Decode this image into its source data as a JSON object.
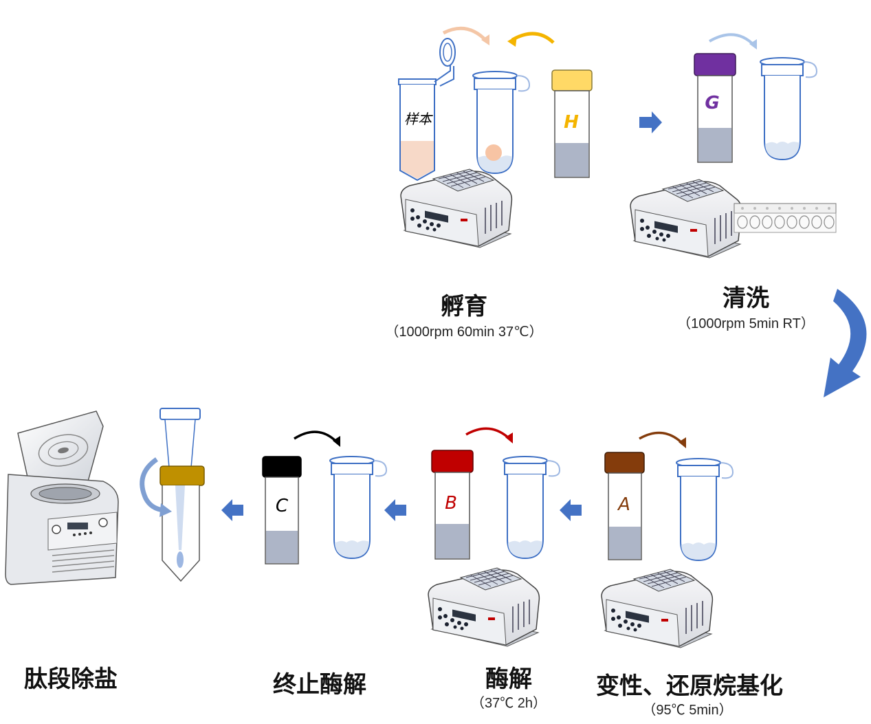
{
  "steps": {
    "incubate": {
      "title": "孵育",
      "condition": "（1000rpm 60min 37℃）"
    },
    "wash": {
      "title": "清洗",
      "condition": "（1000rpm 5min RT）"
    },
    "denature": {
      "title": "变性、还原烷基化",
      "condition": "（95℃ 5min）"
    },
    "digest": {
      "title": "酶解",
      "condition": "（37℃ 2h）"
    },
    "stop": {
      "title": "终止酶解"
    },
    "desalt": {
      "title": "肽段除盐"
    }
  },
  "tubes": {
    "sample": "样本",
    "h": "H",
    "g": "G",
    "a": "A",
    "b": "B",
    "c": "C"
  },
  "colors": {
    "flow_arrow": "#4472c4",
    "sample_arrow": "#f4c6a6",
    "h_cap": "#ffd966",
    "h_arrow": "#f4b400",
    "g_cap": "#7030a0",
    "g_arrow": "#a9c4e8",
    "a_cap": "#843c0c",
    "b_cap": "#c00000",
    "c_cap": "#000000",
    "desalt_cap": "#bf9000",
    "liquid": "#adb5c7"
  },
  "icons": [
    "thermomixer-icon",
    "centrifuge-icon",
    "tube-rack-icon",
    "magnetic-bead-icon",
    "desalting-tip-icon"
  ]
}
